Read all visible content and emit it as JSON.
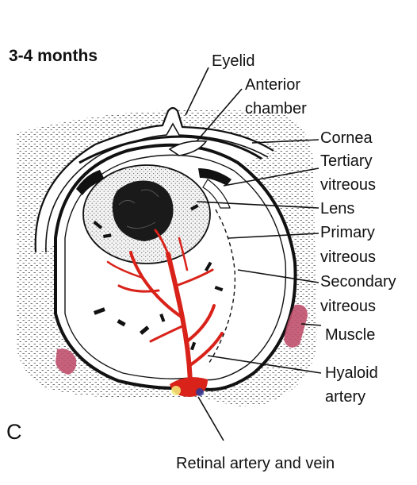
{
  "figure": {
    "title": "3-4 months",
    "panel_letter": "C",
    "colors": {
      "vessel": "#d8221a",
      "muscle": "#c0506e",
      "ink": "#111111",
      "stipple": "#555555"
    },
    "labels": {
      "eyelid": "Eyelid",
      "anterior_1": "Anterior",
      "anterior_2": "chamber",
      "cornea": "Cornea",
      "tertiary_1": "Tertiary",
      "tertiary_2": "vitreous",
      "lens": "Lens",
      "primary_1": "Primary",
      "primary_2": "vitreous",
      "secondary_1": "Secondary",
      "secondary_2": "vitreous",
      "muscle": "Muscle",
      "hyaloid_1": "Hyaloid",
      "hyaloid_2": "artery",
      "retinal": "Retinal artery and vein"
    }
  }
}
